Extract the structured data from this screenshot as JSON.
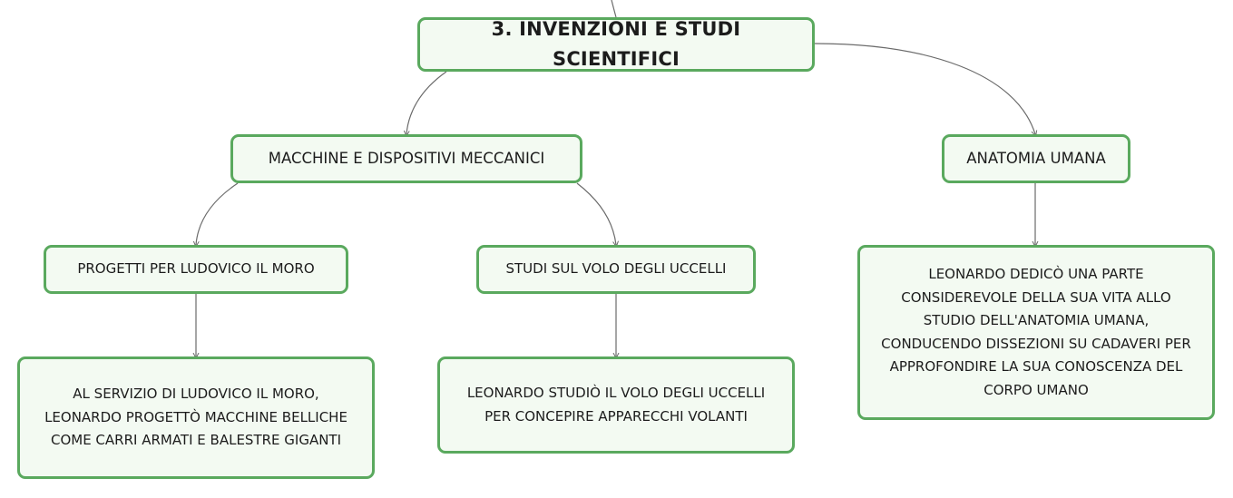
{
  "diagram": {
    "root": {
      "label": "3. INVENZIONI E STUDI SCIENTIFICI"
    },
    "branches": {
      "machines": {
        "label": "MACCHINE E DISPOSITIVI MECCANICI"
      },
      "anatomy": {
        "label": "ANATOMIA UMANA"
      }
    },
    "subtopics": {
      "projects": {
        "label": "PROGETTI PER LUDOVICO IL MORO"
      },
      "flight": {
        "label": "STUDI SUL VOLO DEGLI UCCELLI"
      }
    },
    "details": {
      "projects": {
        "lines": [
          "AL SERVIZIO DI LUDOVICO IL MORO,",
          "LEONARDO PROGETTÒ MACCHINE BELLICHE",
          "COME CARRI ARMATI E BALESTRE GIGANTI"
        ]
      },
      "flight": {
        "lines": [
          "LEONARDO STUDIÒ IL VOLO DEGLI UCCELLI",
          "PER CONCEPIRE APPARECCHI VOLANTI"
        ]
      },
      "anatomy": {
        "lines": [
          "LEONARDO DEDICÒ UNA PARTE",
          "CONSIDEREVOLE DELLA SUA VITA ALLO",
          "STUDIO DELL'ANATOMIA UMANA,",
          "CONDUCENDO DISSEZIONI SU CADAVERI PER",
          "APPROFONDIRE LA SUA CONOSCENZA DEL",
          "CORPO UMANO"
        ]
      }
    },
    "colors": {
      "node_border": "#5aa95e",
      "node_fill": "#f3faf2",
      "connector": "#6b6b6b",
      "text": "#1c1c1c"
    }
  }
}
